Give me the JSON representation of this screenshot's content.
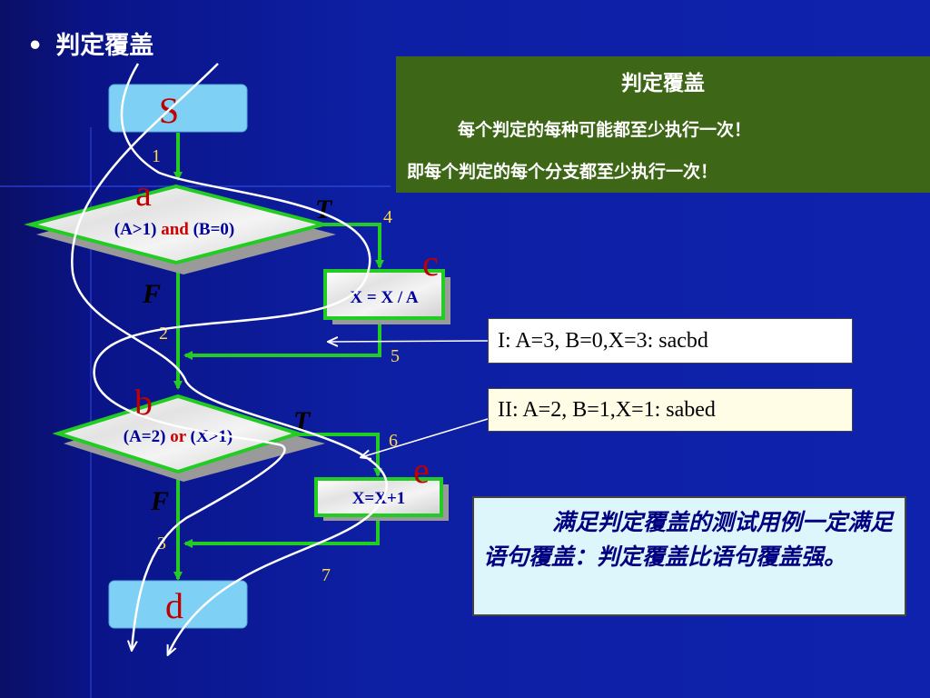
{
  "title": {
    "bullet": "•",
    "text": "判定覆盖"
  },
  "definition": {
    "heading": "判定覆盖",
    "line1": "每个判定的每种可能都至少执行一次！",
    "line2": "即每个判定的每个分支都至少执行一次！"
  },
  "flowchart": {
    "start_label": "S",
    "end_label": "d",
    "node_a_letter": "a",
    "node_b_letter": "b",
    "node_c_letter": "c",
    "node_e_letter": "e",
    "decision1": {
      "left": "(A>1) ",
      "op": "and",
      "right": " (B=0)"
    },
    "decision2": {
      "left": "(A=2) ",
      "op": "or",
      "right": " (X>1)"
    },
    "process1": "X = X / A",
    "process2": "X=X+1",
    "true_label": "T",
    "false_label": "F",
    "edge_numbers": {
      "e1": "1",
      "e2": "2",
      "e3": "3",
      "e4": "4",
      "e5": "5",
      "e6": "6",
      "e7": "7"
    }
  },
  "test_cases": {
    "case1": "I: A=3, B=0,X=3: sacbd",
    "case2": "II: A=2, B=1,X=1: sabed"
  },
  "note": "满足判定覆盖的测试用例一定满足语句覆盖：判定覆盖比语句覆盖强。",
  "colors": {
    "background": "#0e22ad",
    "flow_line": "#22cc22",
    "node_fill": "#7fd0f5",
    "letter_red": "#c00000",
    "number_yellow": "#ffd84a",
    "definition_bg": "#3d6617"
  }
}
